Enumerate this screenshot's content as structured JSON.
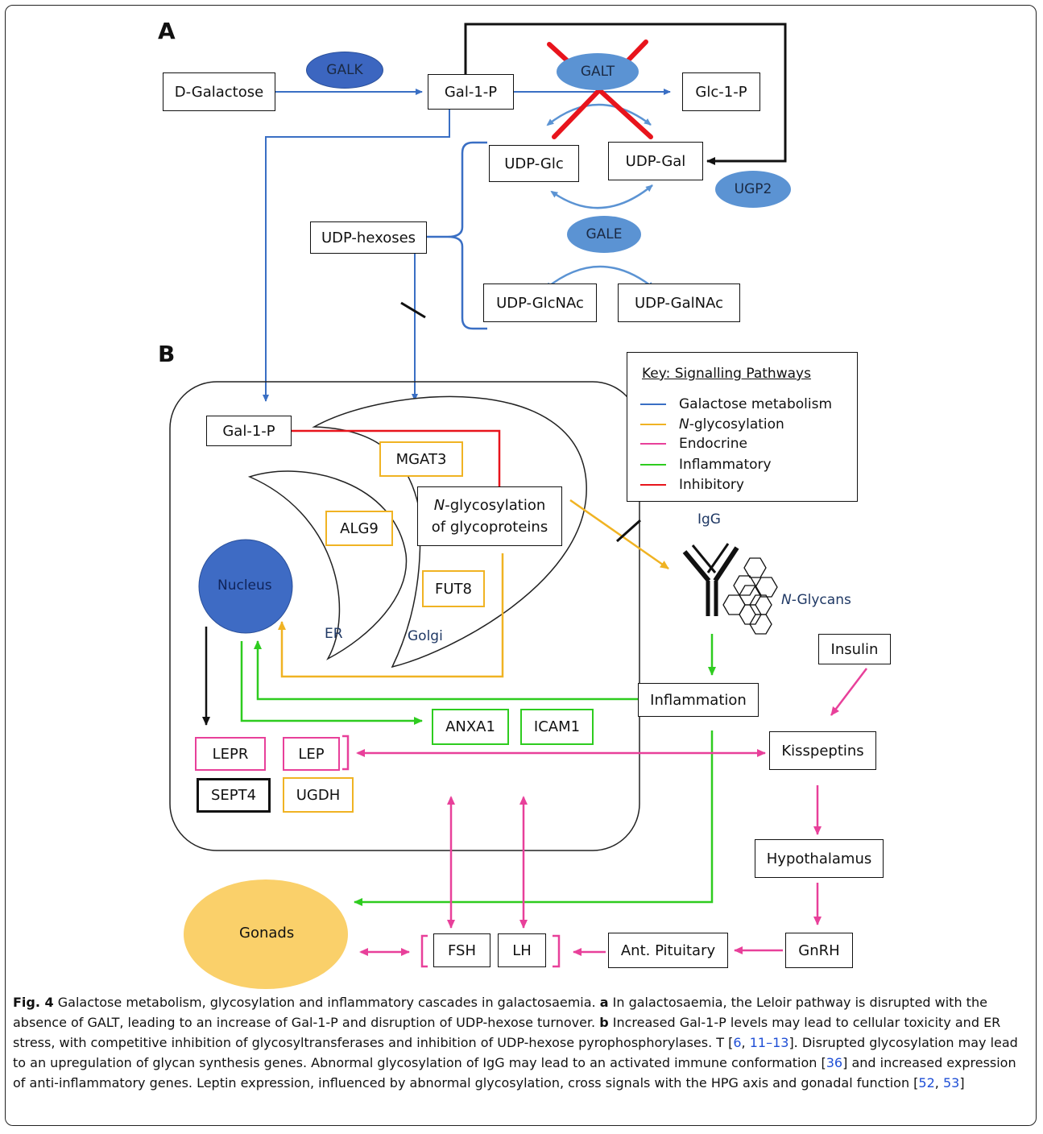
{
  "panel_labels": {
    "a": "A",
    "b": "B"
  },
  "enzymes": {
    "galk": "GALK",
    "galt": "GALT",
    "ugp2": "UGP2",
    "gale": "GALE"
  },
  "boxes": {
    "d_galactose": "D-Galactose",
    "gal1p_top": "Gal-1-P",
    "glc1p": "Glc-1-P",
    "udp_glc": "UDP-Glc",
    "udp_gal": "UDP-Gal",
    "udp_hexoses": "UDP-hexoses",
    "udp_glcnac": "UDP-GlcNAc",
    "udp_galnac": "UDP-GalNAc",
    "gal1p_cell": "Gal-1-P",
    "mgat3": "MGAT3",
    "nglyc_line1_prefix": "N",
    "nglyc_line1_rest": "-glycosylation",
    "nglyc_line2": "of glycoproteins",
    "alg9": "ALG9",
    "fut8": "FUT8",
    "lepr": "LEPR",
    "lep": "LEP",
    "sept4": "SEPT4",
    "ugdh": "UGDH",
    "anxa1": "ANXA1",
    "icam1": "ICAM1",
    "inflammation": "Inflammation",
    "insulin": "Insulin",
    "kisspeptins": "Kisspeptins",
    "hypothalamus": "Hypothalamus",
    "gnrh": "GnRH",
    "ant_pituitary": "Ant. Pituitary",
    "fsh": "FSH",
    "lh": "LH"
  },
  "labels": {
    "nucleus": "Nucleus",
    "er": "ER",
    "golgi": "Golgi",
    "igg": "IgG",
    "nglycans_prefix": "N",
    "nglycans_rest": "-Glycans",
    "gonads": "Gonads"
  },
  "key": {
    "title": "Key: Signalling Pathways",
    "entries": [
      {
        "label": "Galactose metabolism",
        "color": "#3A6FC4"
      },
      {
        "label_prefix": "N",
        "label": "-glycosylation",
        "color": "#F0B323"
      },
      {
        "label": "Endocrine",
        "color": "#E8409A"
      },
      {
        "label": "Inflammatory",
        "color": "#2ECC1F"
      },
      {
        "label": "Inhibitory",
        "color": "#E8141C"
      }
    ]
  },
  "colors": {
    "galactose": "#3A6FC4",
    "nglycosylation": "#F0B323",
    "endocrine": "#E8409A",
    "inflammatory": "#2ECC1F",
    "inhibitory": "#E8141C",
    "enzyme_fill": "#5B93D3",
    "galk_fill": "#3C66C0",
    "nucleus_fill": "#3E6BC4",
    "gonads_fill": "#FAD06A"
  },
  "caption": {
    "fig_label": "Fig. 4",
    "title": " Galactose metabolism, glycosylation and inflammatory cascades in galactosaemia. ",
    "a_label": "a",
    "a_text": " In galactosaemia, the Leloir pathway is disrupted with the absence of GALT, leading to an increase of Gal-1-P and disruption of UDP-hexose turnover. ",
    "b_label": "b",
    "b_text": " Increased Gal-1-P levels may lead to cellular toxicity and ER stress, with competitive inhibition of glycosyltransferases and inhibition of UDP-hexose pyrophosphorylases. T [",
    "ref1": "6",
    "sep1": ", ",
    "ref2": "11–13",
    "text3": "]. Disrupted glycosylation may lead to an upregulation of glycan synthesis genes. Abnormal glycosylation of IgG may lead to an activated immune conformation [",
    "ref3": "36",
    "text4": "] and increased expression of anti-inflammatory genes. Leptin expression, influenced by abnormal glycosylation, cross signals with the HPG axis and gonadal function [",
    "ref4": "52",
    "sep2": ", ",
    "ref5": "53",
    "text5": "]"
  }
}
